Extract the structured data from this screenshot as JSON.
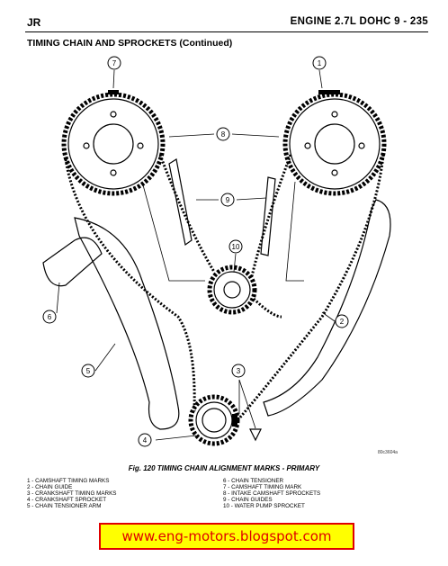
{
  "header": {
    "left": "JR",
    "right": "ENGINE 2.7L DOHC    9 - 235"
  },
  "section_title": "TIMING CHAIN AND SPROCKETS (Continued)",
  "callouts": [
    "1",
    "2",
    "3",
    "4",
    "5",
    "6",
    "7",
    "8",
    "9",
    "10"
  ],
  "figure_code": "80c3604a",
  "caption": "Fig. 120 TIMING CHAIN ALIGNMENT MARKS - PRIMARY",
  "legend": {
    "left": [
      "1 - CAMSHAFT TIMING MARKS",
      "2 - CHAIN GUIDE",
      "3 - CRANKSHAFT TIMING MARKS",
      "4 - CRANKSHAFT SPROCKET",
      "5 - CHAIN TENSIONER ARM"
    ],
    "right": [
      "6 - CHAIN TENSIONER",
      "7 - CAMSHAFT TIMING MARK",
      "8 - INTAKE CAMSHAFT SPROCKETS",
      "9 - CHAIN GUIDES",
      "10 - WATER PUMP SPROCKET"
    ]
  },
  "watermark": "www.eng-motors.blogspot.com",
  "colors": {
    "banner_bg": "#ffff00",
    "banner_text": "#e00000",
    "banner_border": "#e00000"
  }
}
